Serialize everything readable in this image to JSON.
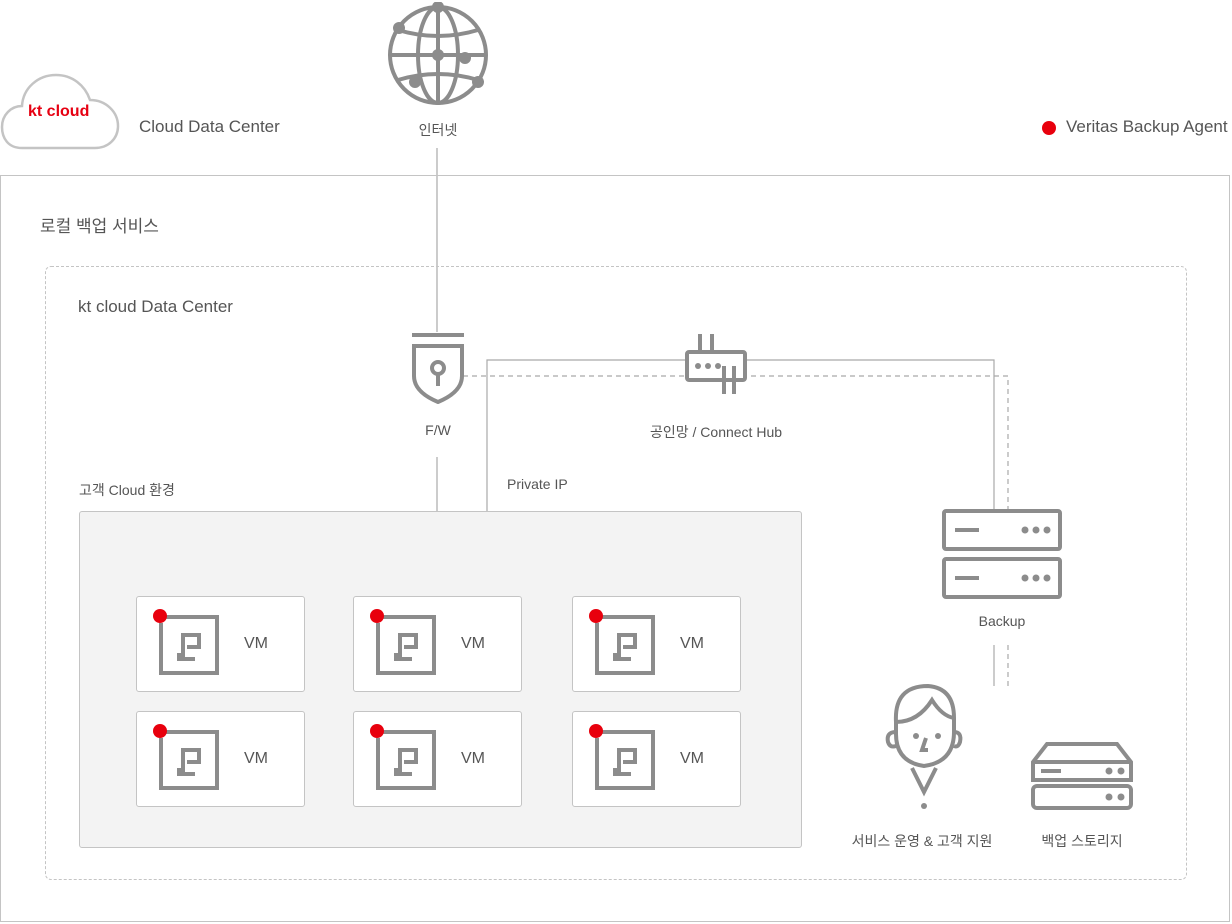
{
  "header": {
    "logo_text": "kt cloud",
    "cloud_dc_label": "Cloud Data Center",
    "internet_label": "인터넷",
    "legend_label": "Veritas Backup Agent"
  },
  "outer_box": {
    "title": "로컬 백업 서비스"
  },
  "dc_box": {
    "title": "kt cloud Data Center"
  },
  "firewall": {
    "label": "F/W"
  },
  "hub": {
    "label": "공인망 / Connect Hub"
  },
  "private_ip_label": "Private IP",
  "customer_env": {
    "title": "고객 Cloud 환경",
    "vms": [
      {
        "label": "VM"
      },
      {
        "label": "VM"
      },
      {
        "label": "VM"
      },
      {
        "label": "VM"
      },
      {
        "label": "VM"
      },
      {
        "label": "VM"
      }
    ]
  },
  "backup_server": {
    "label": "Backup"
  },
  "support": {
    "label": "서비스 운영 & 고객 지원"
  },
  "storage": {
    "label": "백업 스토리지"
  },
  "colors": {
    "agent": "#e8000d",
    "line": "#a9a9a9",
    "icon": "#8c8c8c",
    "logo_accent": "#e60012"
  }
}
